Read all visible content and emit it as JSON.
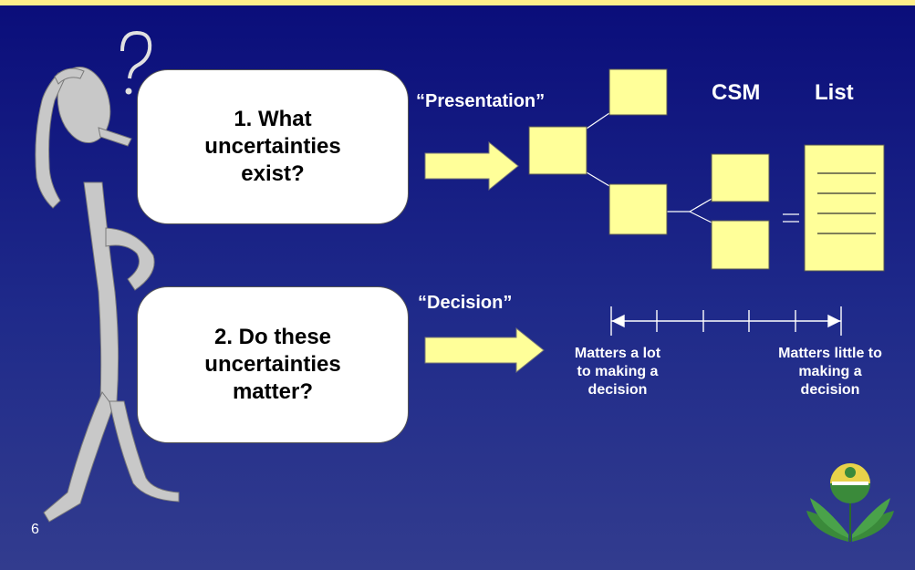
{
  "slide": {
    "page_number": "6",
    "question1": {
      "lines": [
        "1. What",
        "uncertainties",
        "exist?"
      ]
    },
    "question2": {
      "lines": [
        "2. Do these",
        "uncertainties",
        "matter?"
      ]
    },
    "presentation_label": "“Presentation”",
    "decision_label": "“Decision”",
    "csm_label": "CSM",
    "list_label": "List",
    "scale": {
      "left_lines": [
        "Matters a lot",
        "to making a",
        "decision"
      ],
      "right_lines": [
        "Matters little to",
        "making a",
        "decision"
      ]
    },
    "colors": {
      "background_top": "#0a0d7a",
      "background_bottom": "#323c8e",
      "box_fill": "#ffff99",
      "accent_rule": "#ffef8a",
      "text": "#ffffff",
      "figure": "#c8c8c8"
    },
    "icons": [
      "thinking-figure",
      "question-mark",
      "epa-logo"
    ]
  }
}
